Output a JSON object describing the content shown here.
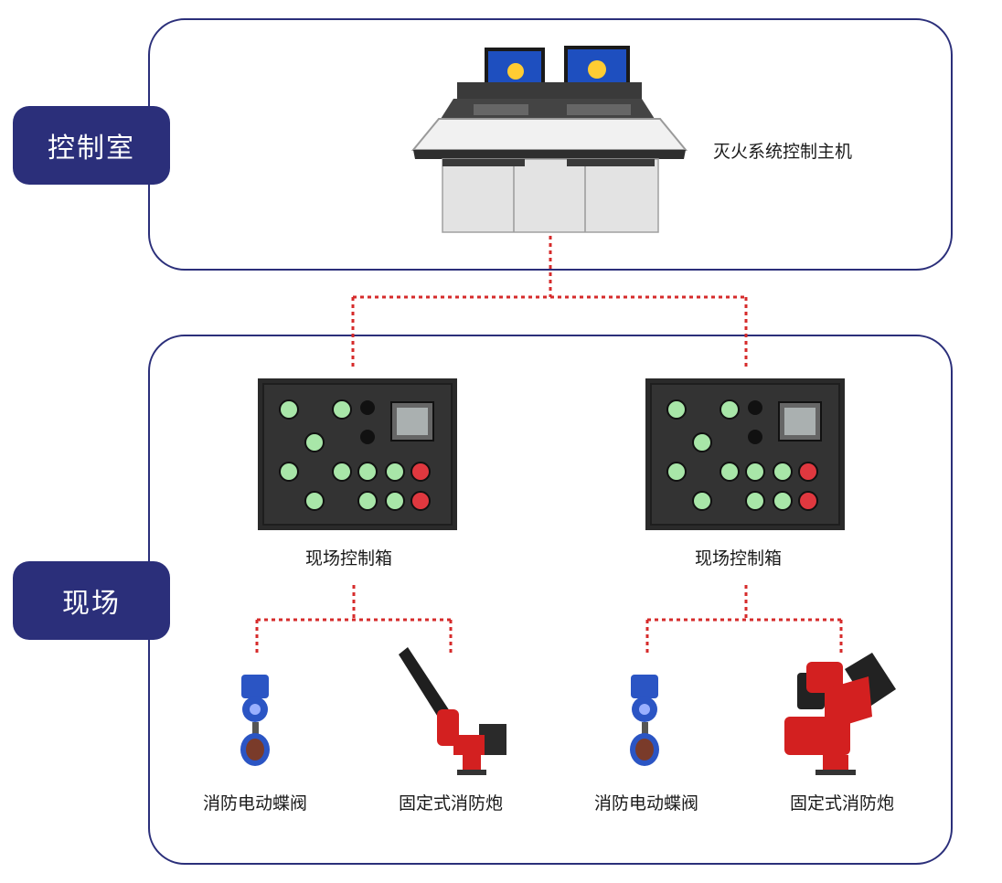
{
  "zones": {
    "control_room_label": "控制室",
    "field_label": "现场"
  },
  "control_room": {
    "host_label": "灭火系统控制主机"
  },
  "field": {
    "boxes": [
      {
        "label": "现场控制箱"
      },
      {
        "label": "现场控制箱"
      }
    ],
    "devices": [
      {
        "label": "消防电动蝶阀",
        "icon": "butterfly-valve-icon"
      },
      {
        "label": "固定式消防炮",
        "icon": "fire-monitor-icon"
      },
      {
        "label": "消防电动蝶阀",
        "icon": "butterfly-valve-icon"
      },
      {
        "label": "固定式消防炮",
        "icon": "fire-monitor-icon"
      }
    ]
  },
  "colors": {
    "frame": "#2b2f7a",
    "connector": "#d62b2b",
    "panel": "#2a2a2a",
    "button": "#a8e6a8",
    "stop_button": "#e0383f",
    "valve_blue": "#2b55c4",
    "monitor_red": "#d32020"
  }
}
